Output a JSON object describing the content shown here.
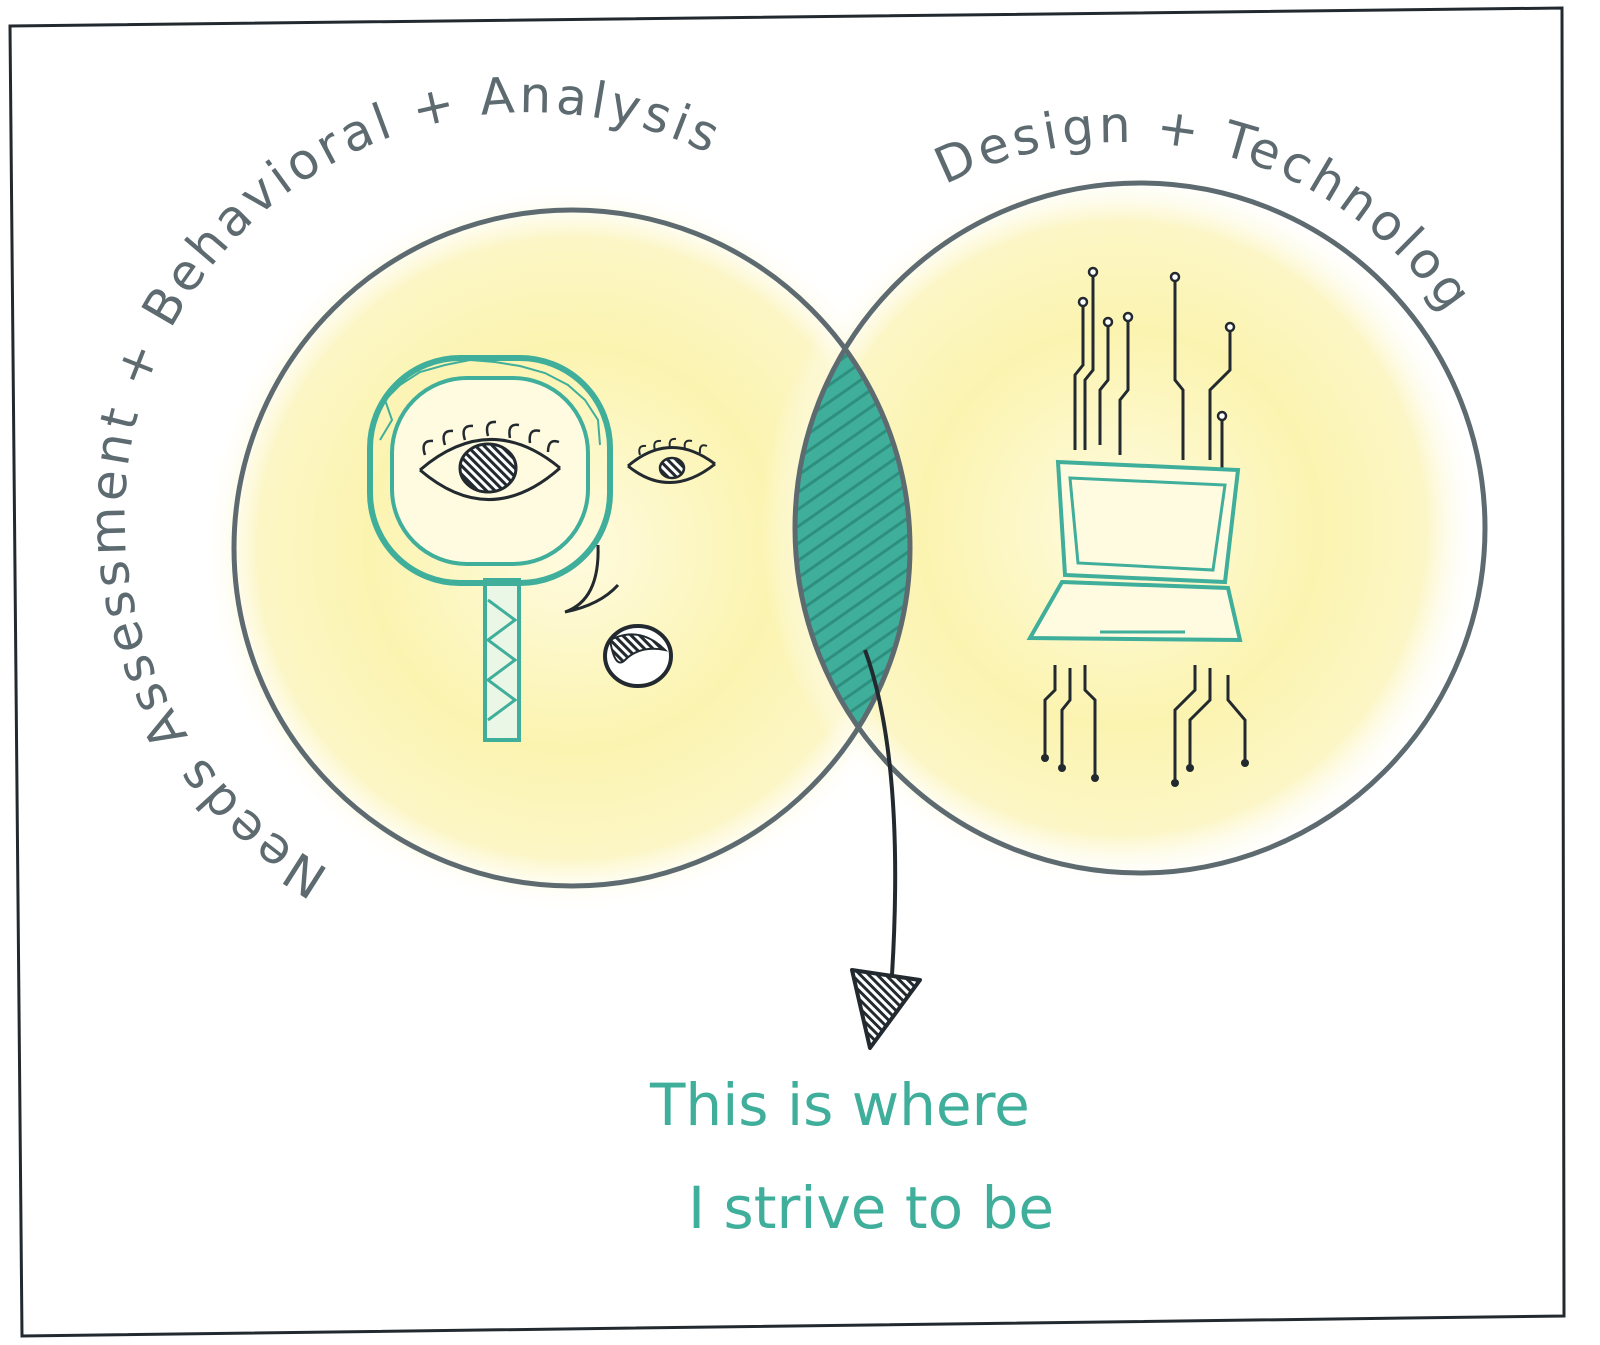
{
  "labels": {
    "left_circle": "Needs Assessment + Behavioral + Analysis",
    "right_circle": "Design + Technology"
  },
  "caption": {
    "line1": "This is where",
    "line2": "I strive to be"
  },
  "colors": {
    "circle_stroke": "#5d6b70",
    "glow": "#fbf6b8",
    "teal": "#3fae9b",
    "ink": "#222a30",
    "caption_text": "#3fae9b"
  },
  "icons": {
    "left_circle": "magnifier-eye-face-icon",
    "right_circle": "laptop-circuit-icon",
    "arrow": "down-arrow-icon"
  }
}
